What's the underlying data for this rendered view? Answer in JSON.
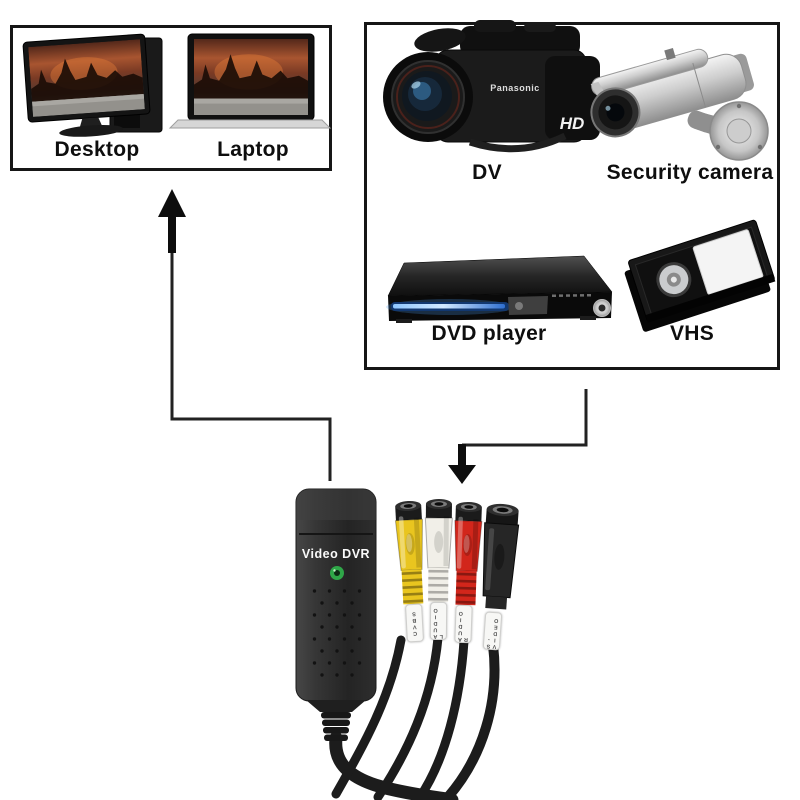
{
  "computers_box": {
    "items": [
      {
        "id": "desktop",
        "label": "Desktop"
      },
      {
        "id": "laptop",
        "label": "Laptop"
      }
    ]
  },
  "sources_box": {
    "items": [
      {
        "id": "dv",
        "label": "DV"
      },
      {
        "id": "security-camera",
        "label": "Security camera"
      },
      {
        "id": "dvd-player",
        "label": "DVD player"
      },
      {
        "id": "vhs",
        "label": "VHS"
      }
    ]
  },
  "camcorder": {
    "brand": "Panasonic",
    "badge": "HD"
  },
  "device": {
    "label": "Video DVR",
    "led_color": "#2fa648",
    "connectors": [
      {
        "id": "composite-video",
        "label": "CVBS",
        "color": "#e9c51f"
      },
      {
        "id": "audio-left",
        "label": "AUDIO L",
        "color": "#f1efe8"
      },
      {
        "id": "audio-right",
        "label": "AUDIO R",
        "color": "#d2261b"
      },
      {
        "id": "s-video",
        "label": "S-VIDEO",
        "color": "#262626"
      }
    ]
  },
  "colors": {
    "outline": "#161616",
    "arrow": "#0d0d0d",
    "dvd_led": "#5aa4f2"
  }
}
